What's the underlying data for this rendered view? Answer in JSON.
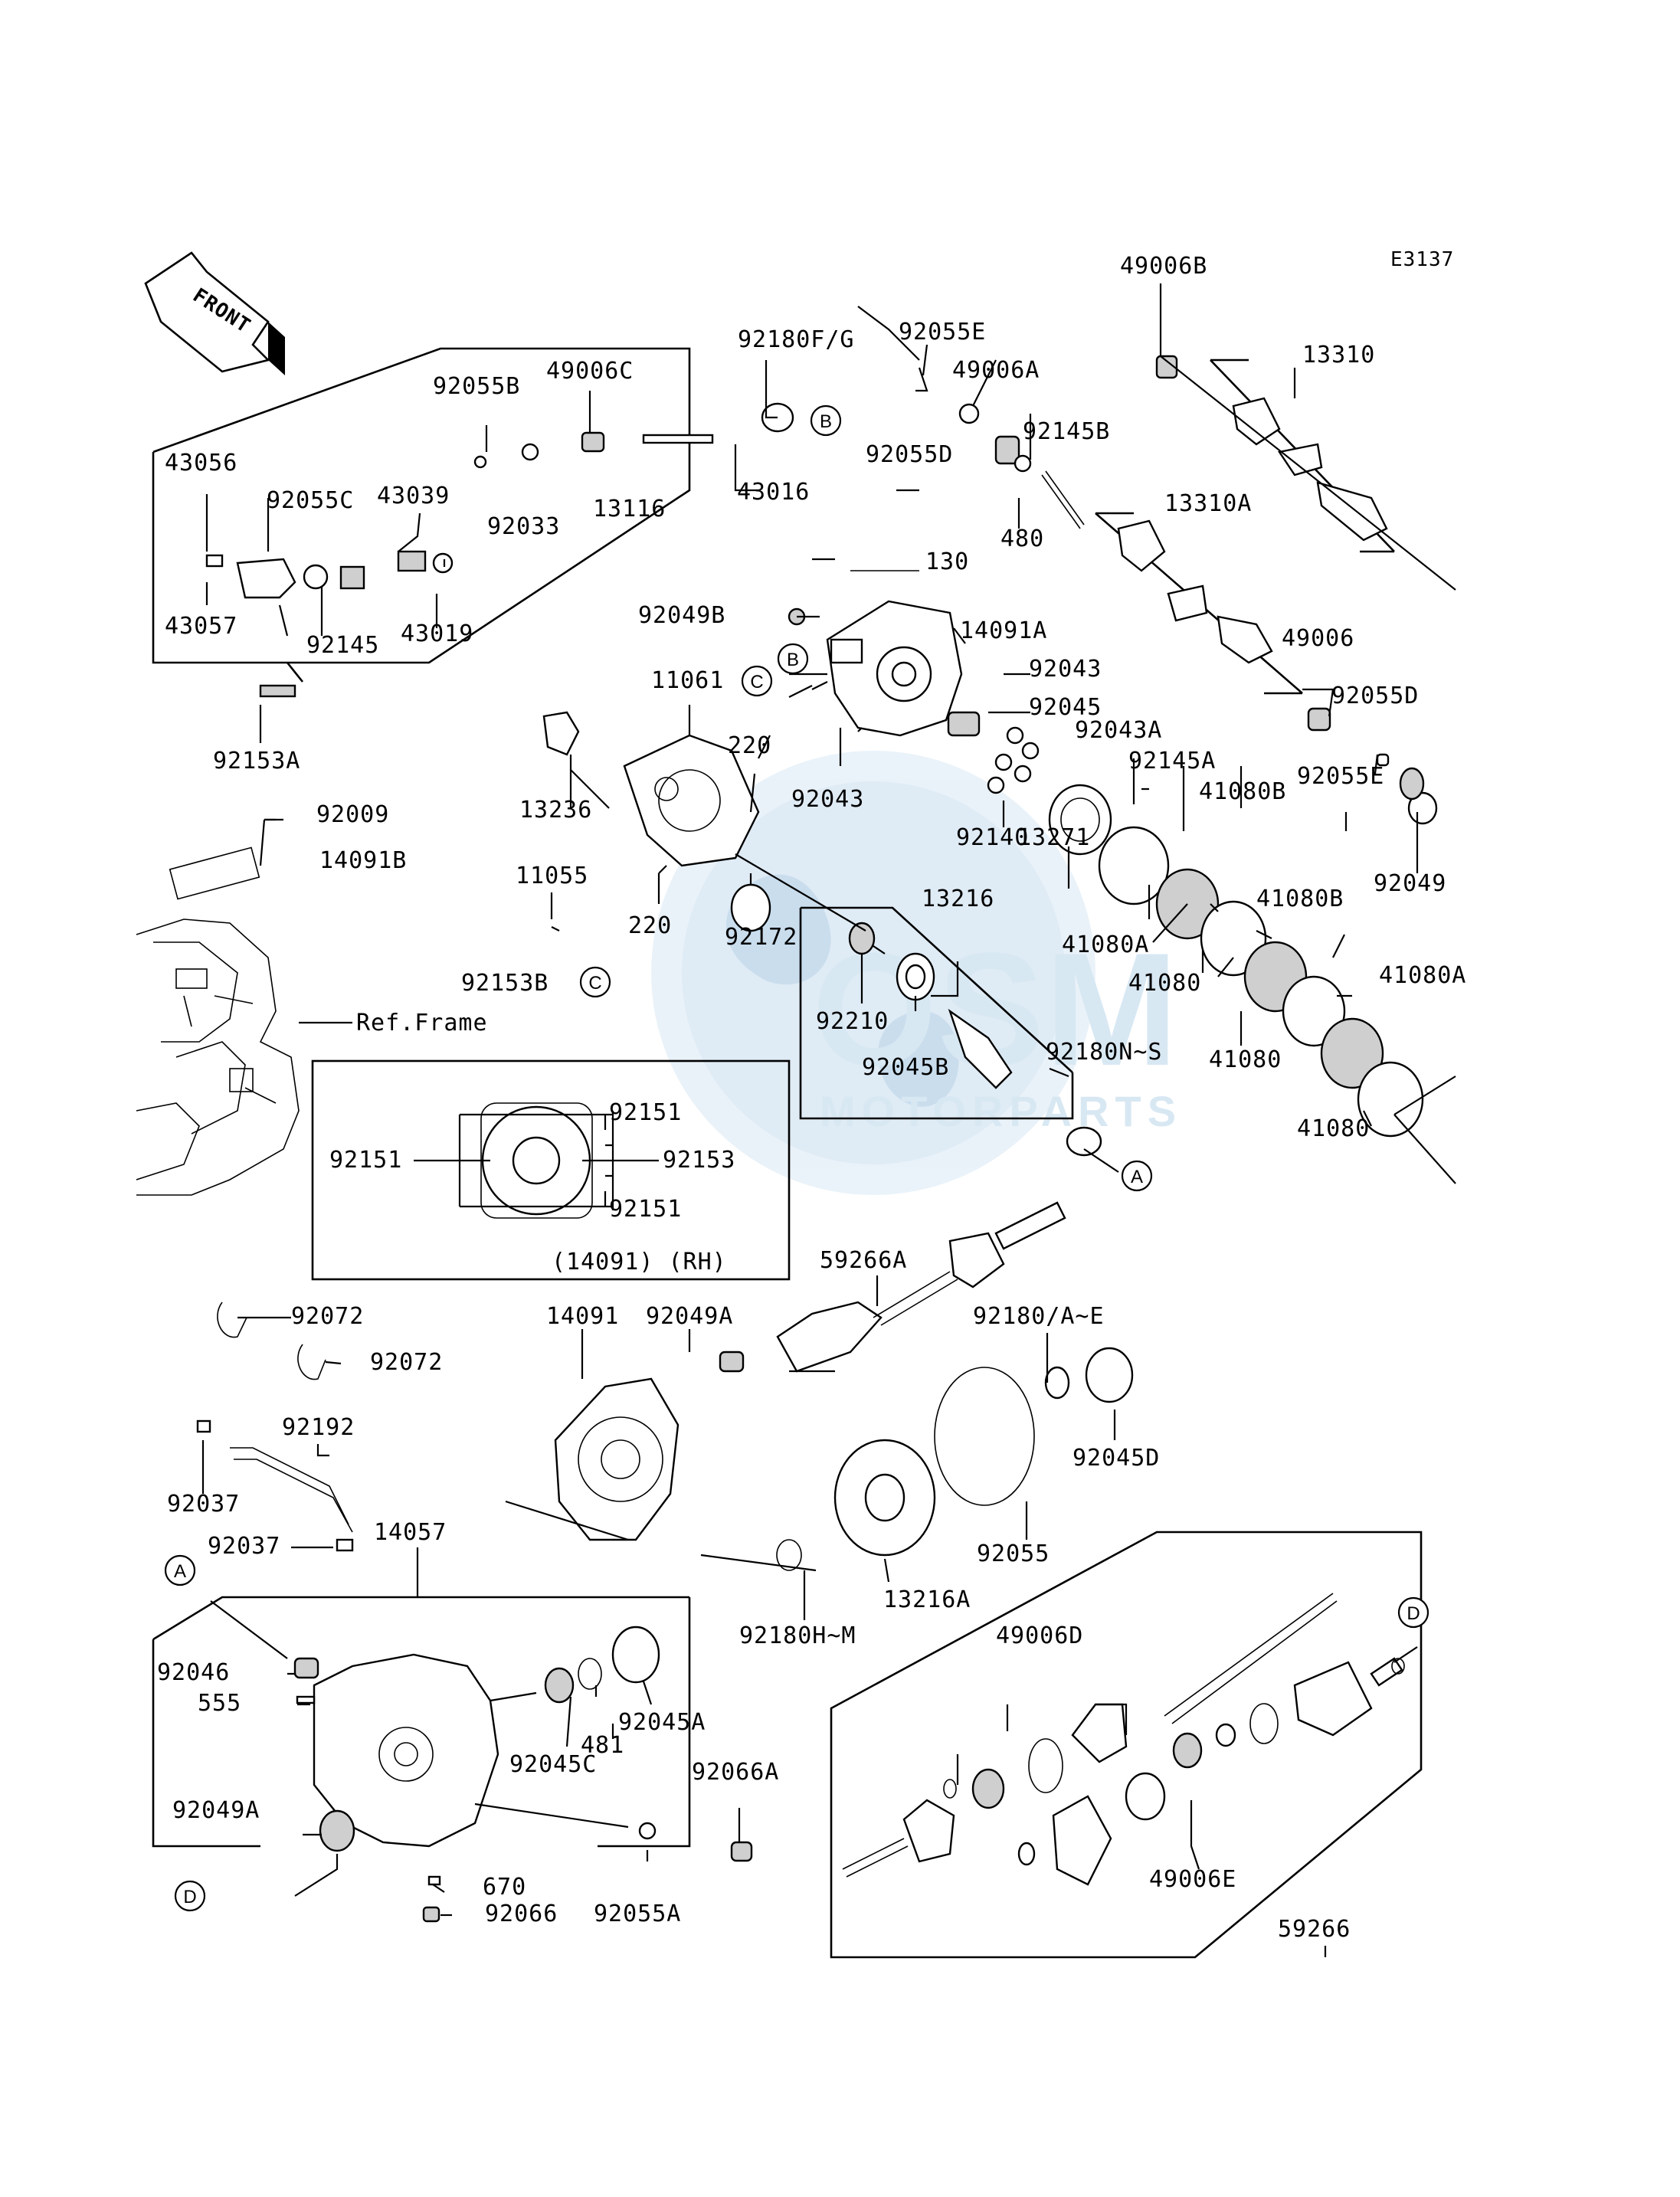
{
  "diagram_code": "E3137",
  "front_label": "FRONT",
  "ref_frame_label": "Ref.Frame",
  "watermark": {
    "brand": "OSM",
    "sub": "MOTORPARTS"
  },
  "inset": {
    "labels": [
      "92151",
      "92151",
      "92153",
      "92151"
    ],
    "caption": "(14091)  (RH)"
  },
  "callouts": [
    "A",
    "B",
    "C",
    "D"
  ],
  "part_labels": [
    "49006B",
    "13310",
    "92055E",
    "92180F/G",
    "49006A",
    "92145B",
    "92055B",
    "49006C",
    "92055D",
    "43056",
    "92055C",
    "43039",
    "43016",
    "13310A",
    "92033",
    "13116",
    "480",
    "130",
    "43057",
    "92145",
    "43019",
    "92049B",
    "14091A",
    "92043",
    "49006",
    "92045",
    "92055D",
    "11061",
    "92043A",
    "92153A",
    "220",
    "92145A",
    "13236",
    "92043",
    "92055E",
    "41080B",
    "92009",
    "92140",
    "14091B",
    "13271",
    "41080B",
    "92049",
    "11055",
    "13216",
    "220",
    "92172",
    "41080A",
    "41080A",
    "92153B",
    "41080",
    "92210",
    "Ref.Frame",
    "92180N~S",
    "92045B",
    "41080",
    "41080",
    "59266A",
    "92072",
    "14091",
    "92049A",
    "92180/A~E",
    "92072",
    "92192",
    "92045D",
    "92037",
    "92037",
    "14057",
    "92055",
    "13216A",
    "92180H~M",
    "49006D",
    "92046",
    "555",
    "481",
    "92045A",
    "92045C",
    "92066A",
    "92049A",
    "670",
    "92066",
    "92055A",
    "49006E",
    "59266"
  ]
}
